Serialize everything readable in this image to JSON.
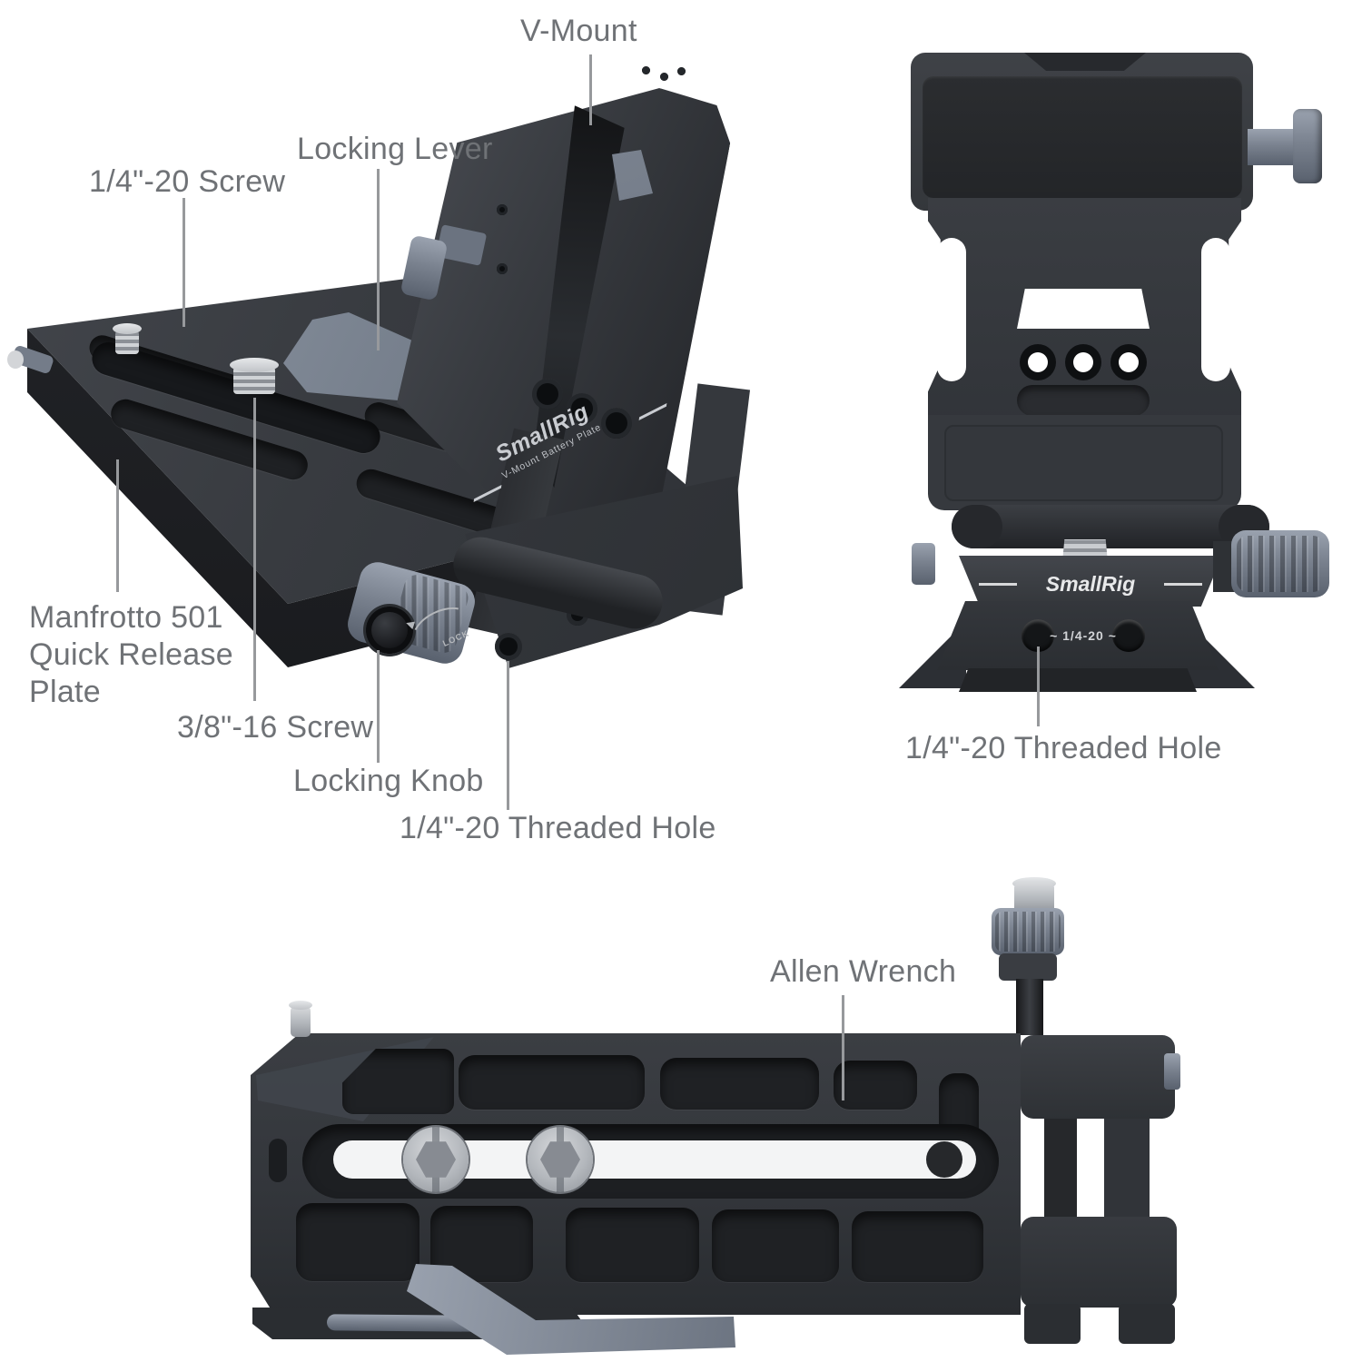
{
  "page": {
    "background": "#ffffff"
  },
  "palette": {
    "body_dark": "#35383d",
    "body_darker": "#26282c",
    "recess": "#1e2023",
    "slate_metal": "#8a92a0",
    "silver": "#c9ccd1",
    "label_text": "#6f7276",
    "leader_line": "#97999c",
    "white_highlight": "#f3f4f5"
  },
  "labels": {
    "v_mount": "V-Mount",
    "locking_lever": "Locking Lever",
    "quarter_20_screw": "1/4\"-20 Screw",
    "manfrotto_plate_line1": "Manfrotto 501",
    "manfrotto_plate_line2": "Quick Release",
    "manfrotto_plate_line3": "Plate",
    "three_eighths_16_screw": "3/8\"-16 Screw",
    "locking_knob": "Locking Knob",
    "quarter_20_threaded_hole_iso": "1/4\"-20 Threaded Hole",
    "quarter_20_threaded_hole_front": "1/4\"-20 Threaded Hole",
    "allen_wrench": "Allen Wrench"
  },
  "engravings": {
    "brand_iso": "SmallRig",
    "product_iso": "V-Mount Battery Plate",
    "lock_marking": "LOCK",
    "brand_front": "SmallRig",
    "thread_marking_front": "~ 1/4-20 ~"
  }
}
